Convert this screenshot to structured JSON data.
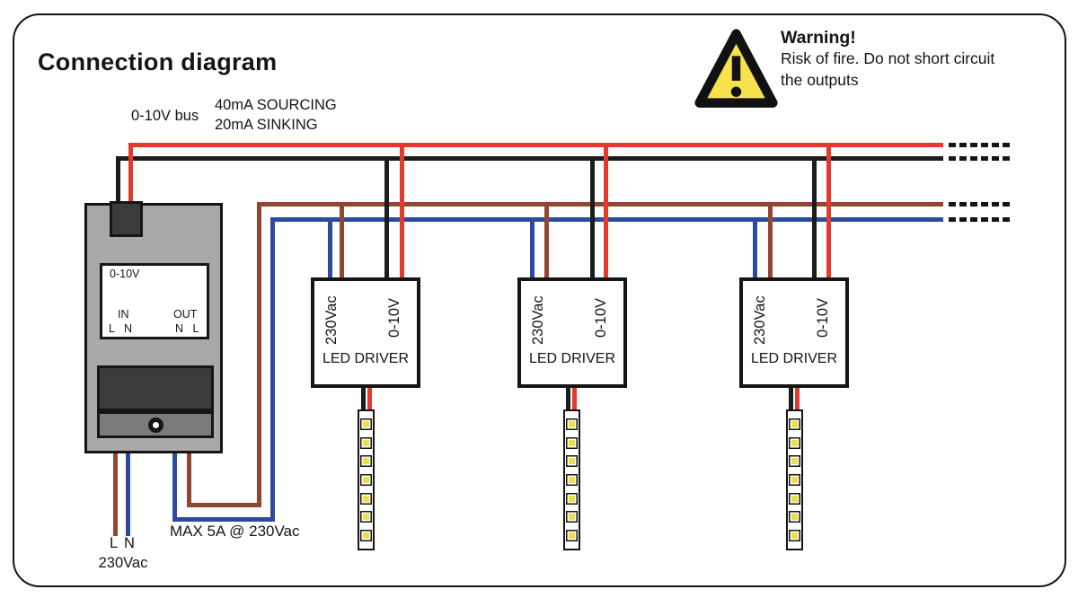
{
  "title": "Connection diagram",
  "bus_labels": {
    "name": "0-10V bus",
    "sourcing": "40mA SOURCING",
    "sinking": "20mA SINKING"
  },
  "warning": {
    "title": "Warning!",
    "line1": "Risk of fire. Do not short circuit",
    "line2": "the outputs"
  },
  "controller": {
    "port_label": "0-10V",
    "in_label": "IN",
    "in_terminals": "L N",
    "out_label": "OUT",
    "out_terminals": "N L"
  },
  "mains": {
    "l": "L",
    "n": "N",
    "voltage": "230Vac"
  },
  "output_rating": "MAX 5A @ 230Vac",
  "drivers": [
    {
      "input": "230Vac",
      "dim": "0-10V",
      "name": "LED DRIVER"
    },
    {
      "input": "230Vac",
      "dim": "0-10V",
      "name": "LED DRIVER"
    },
    {
      "input": "230Vac",
      "dim": "0-10V",
      "name": "LED DRIVER"
    }
  ],
  "strips": {
    "count": 3,
    "led_count": 7
  },
  "colors": {
    "wire_red": "#e23b2e",
    "wire_black": "#1c1c1c",
    "wire_brown": "#94452f",
    "wire_blue": "#2b4b9b",
    "warning_yellow": "#f7e24b",
    "led_yellow": "#eedf45",
    "device_gray": "#a9a9a9",
    "device_dark": "#3b3b3b"
  }
}
